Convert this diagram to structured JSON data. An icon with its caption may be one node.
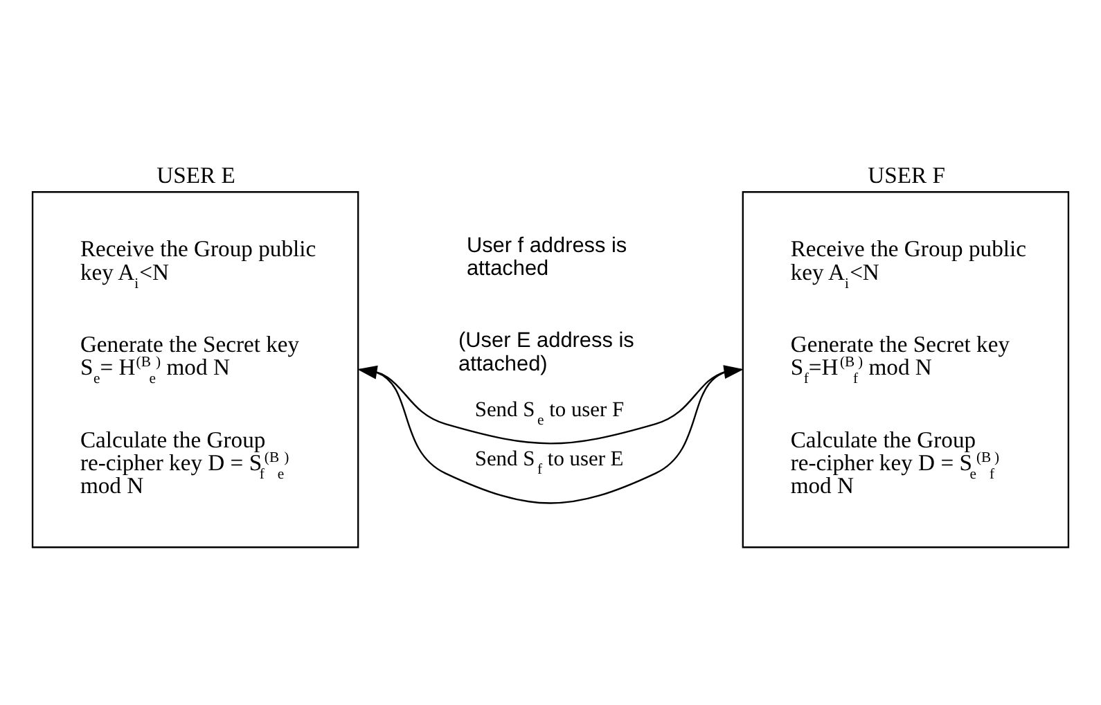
{
  "diagram": {
    "nodes": [
      {
        "text": [
          "USER E",
          "Receive the Group public key A$_{i}$<N",
          "Generate the Secret key S$_{e}$= H$^{(B}$$_{e}$$^{)}$ mod N",
          "Calculate the Group re-cipher key D = S$_{f}$$^{(B}$$_{e}$$^{)}$ mod N"
        ]
      },
      {
        "text": [
          "USER F",
          "Receive the Group public key A$_{i}$<N",
          "Generate the Secret key S$_{f}$=H$^{(B}$$_{f}$$^{)}$ mod N",
          "Calculate the Group re-cipher key D = S$_{e}$$^{(B}$$_{f}$$^{)}$ mod N"
        ]
      }
    ],
    "edges": [
      {
        "from": 0,
        "to": 1,
        "arrow": "to",
        "label": "Send S$_{e}$ to user F"
      },
      {
        "from": 1,
        "to": 0,
        "arrow": "to",
        "label": "Send S$_{f}$ to user E"
      }
    ],
    "labels": [
      "User f address is attached",
      "(User E address is attached)"
    ]
  }
}
